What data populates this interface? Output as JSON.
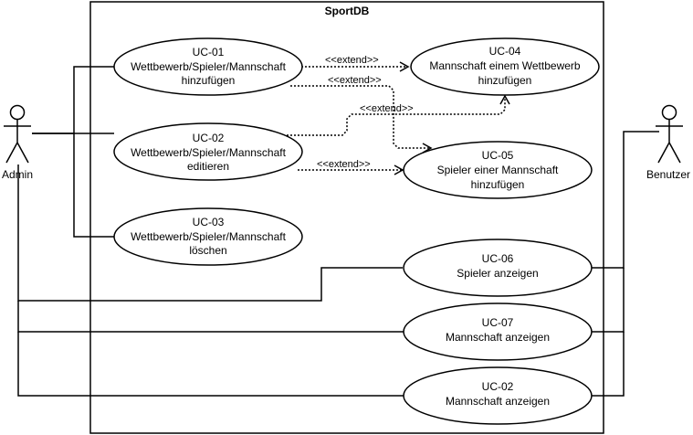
{
  "system": {
    "title": "SportDB"
  },
  "actors": [
    {
      "id": "admin",
      "label": "Admin"
    },
    {
      "id": "benutzer",
      "label": "Benutzer"
    }
  ],
  "use_cases": [
    {
      "id": "uc01",
      "lines": [
        "UC-01",
        "Wettbewerb/Spieler/Mannschaft",
        "hinzufügen"
      ]
    },
    {
      "id": "uc02a",
      "lines": [
        "UC-02",
        "Wettbewerb/Spieler/Mannschaft",
        "editieren"
      ]
    },
    {
      "id": "uc03",
      "lines": [
        "UC-03",
        "Wettbewerb/Spieler/Mannschaft",
        "löschen"
      ]
    },
    {
      "id": "uc04",
      "lines": [
        "UC-04",
        "Mannschaft einem Wettbewerb",
        "hinzufügen"
      ]
    },
    {
      "id": "uc05",
      "lines": [
        "UC-05",
        "Spieler einer Mannschaft",
        "hinzufügen"
      ]
    },
    {
      "id": "uc06",
      "lines": [
        "UC-06",
        "Spieler anzeigen"
      ]
    },
    {
      "id": "uc07",
      "lines": [
        "UC-07",
        "Mannschaft anzeigen"
      ]
    },
    {
      "id": "uc02b",
      "lines": [
        "UC-02",
        "Mannschaft anzeigen"
      ]
    }
  ],
  "relations": [
    {
      "from": "uc01",
      "to": "uc04",
      "label": "<<extend>>"
    },
    {
      "from": "uc01",
      "to": "uc05",
      "label": "<<extend>>"
    },
    {
      "from": "uc02a",
      "to": "uc04",
      "label": "<<extend>>"
    },
    {
      "from": "uc02a",
      "to": "uc05",
      "label": "<<extend>>"
    }
  ]
}
